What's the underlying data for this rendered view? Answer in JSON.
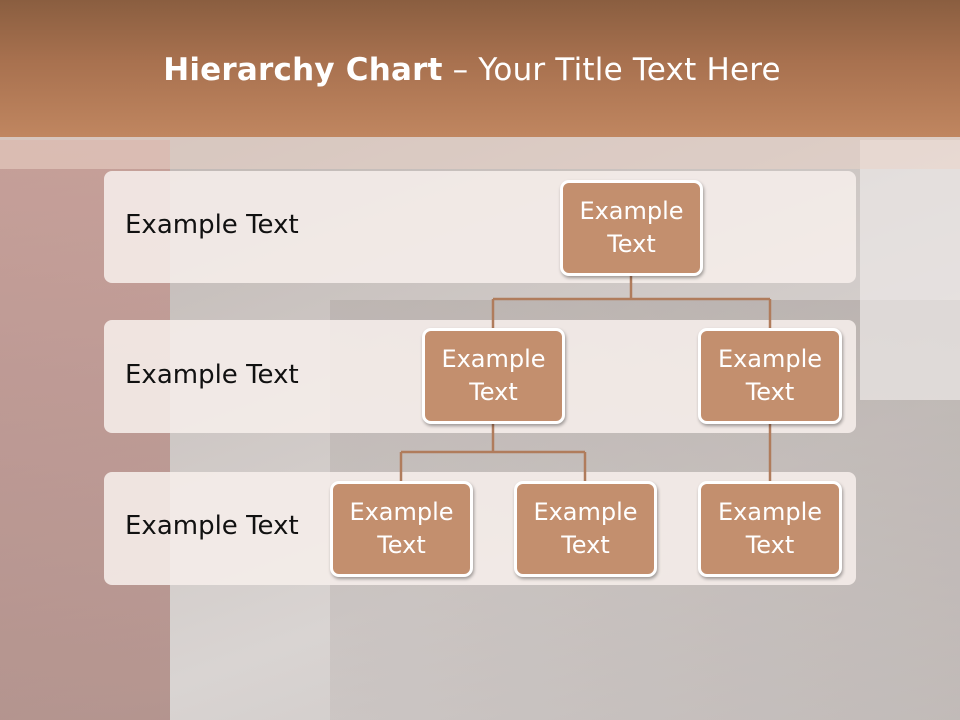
{
  "header": {
    "title_bold": "Hierarchy Chart",
    "title_rest": " – Your Title Text Here"
  },
  "rows": [
    {
      "label": "Example Text"
    },
    {
      "label": "Example Text"
    },
    {
      "label": "Example Text"
    }
  ],
  "nodes": {
    "root": "Example Text",
    "level2_left": "Example Text",
    "level2_right": "Example Text",
    "level3_a": "Example Text",
    "level3_b": "Example Text",
    "level3_c": "Example Text"
  },
  "colors": {
    "header": "#a8714f",
    "node_fill": "#c38f6e",
    "connector": "#b07c5c"
  }
}
